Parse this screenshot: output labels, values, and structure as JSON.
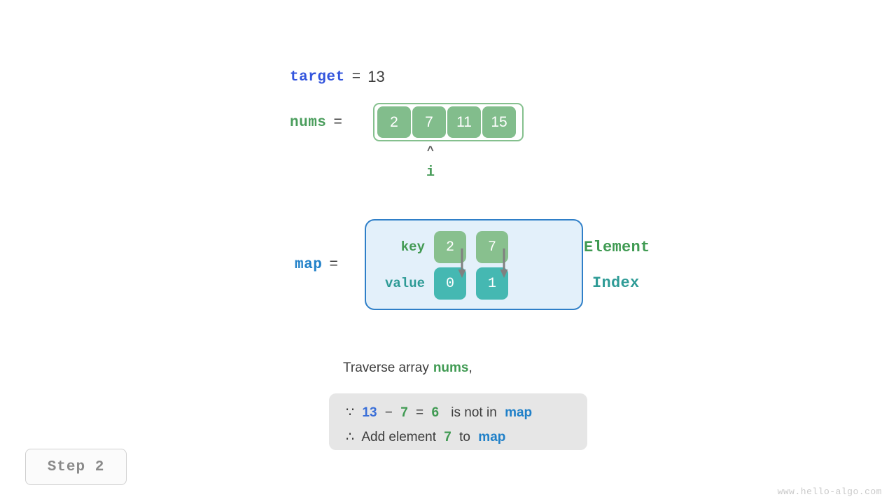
{
  "colors": {
    "array_cell": "#82bd8c",
    "array_border": "#85c08e",
    "map_fill": "#e3f0fa",
    "map_border": "#2f7fc8",
    "map_key_cell": "#88c08e",
    "map_value_cell": "#45b8b2",
    "green_text": "#3f9a52",
    "teal_text": "#2e9b96",
    "blue_text": "#2080c8",
    "indigo_text": "#3355dd",
    "info_box": "#e6e6e6",
    "arrow": "#808080"
  },
  "target": {
    "name": "target",
    "equals": "=",
    "value": "13"
  },
  "nums": {
    "name": "nums",
    "equals": "=",
    "cells": [
      "2",
      "7",
      "11",
      "15"
    ],
    "pointer": {
      "caret": "^",
      "label": "i",
      "index": 1
    }
  },
  "map": {
    "name": "map",
    "equals": "=",
    "row_labels": {
      "key": "key",
      "value": "value"
    },
    "keys": [
      "2",
      "7"
    ],
    "values": [
      "0",
      "1"
    ],
    "legend": {
      "element": "Element",
      "index": "Index"
    }
  },
  "explanation": {
    "traverse_prefix": "Traverse array",
    "traverse_var": "nums",
    "traverse_suffix": ",",
    "line1": {
      "because_symbol": "∵",
      "target": "13",
      "minus": "−",
      "current": "7",
      "equals": "=",
      "remainder": "6",
      "tail_text": "is not in",
      "map_name": "map"
    },
    "line2": {
      "therefore_symbol": "∴",
      "text_before": "Add element",
      "element": "7",
      "text_middle": "to",
      "map_name": "map"
    }
  },
  "step_badge": {
    "label": "Step 2"
  },
  "watermark": {
    "text": "www.hello-algo.com"
  }
}
